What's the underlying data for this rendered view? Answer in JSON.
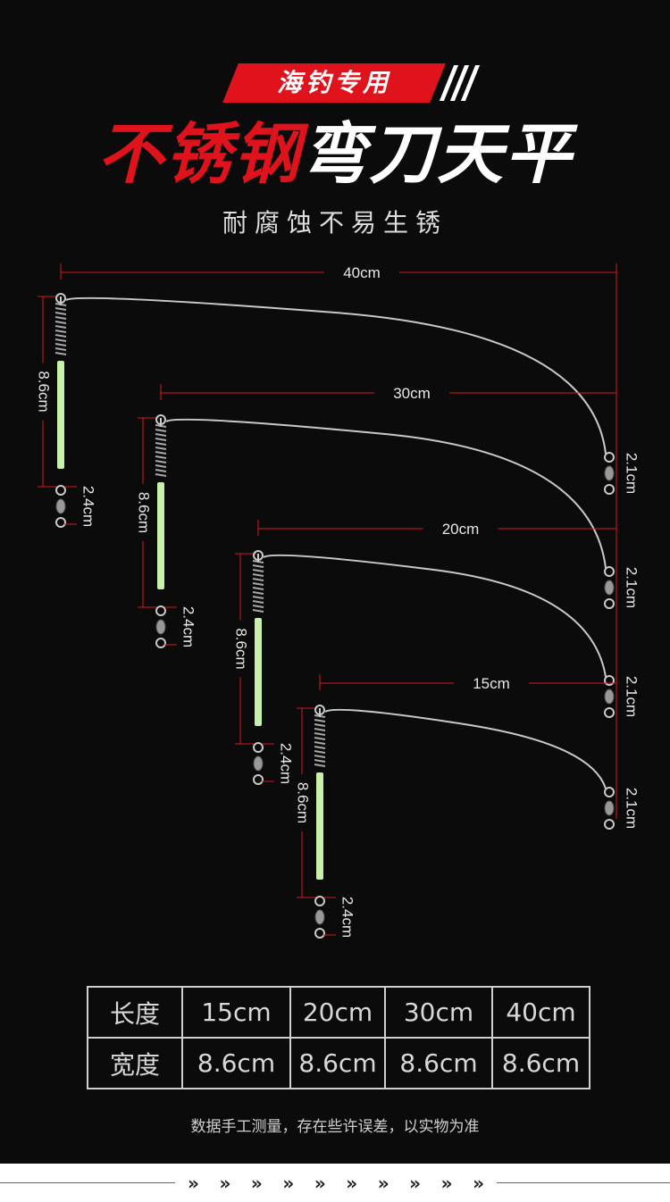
{
  "header": {
    "tag": "海钓专用",
    "title_red": "不锈钢",
    "title_white": "弯刀天平",
    "subtitle": "耐腐蚀不易生锈"
  },
  "rigs": [
    {
      "length_label": "40cm",
      "height_label": "8.6cm",
      "swivel_label": "2.4cm",
      "end_label": "2.1cm"
    },
    {
      "length_label": "30cm",
      "height_label": "8.6cm",
      "swivel_label": "2.4cm",
      "end_label": "2.1cm"
    },
    {
      "length_label": "20cm",
      "height_label": "8.6cm",
      "swivel_label": "2.4cm",
      "end_label": "2.1cm"
    },
    {
      "length_label": "15cm",
      "height_label": "8.6cm",
      "swivel_label": "2.4cm",
      "end_label": "2.1cm"
    }
  ],
  "table": {
    "rows": [
      [
        "长度",
        "15cm",
        "20cm",
        "30cm",
        "40cm"
      ],
      [
        "宽度",
        "8.6cm",
        "8.6cm",
        "8.6cm",
        "8.6cm"
      ]
    ]
  },
  "note": "数据手工测量，存在些许误差，以实物为准",
  "footer": {
    "chevron": "»"
  },
  "colors": {
    "accent": "#e0121c",
    "glow": "#c8f0a8",
    "wire": "#c9c9c9",
    "dimension": "#d01a22"
  }
}
